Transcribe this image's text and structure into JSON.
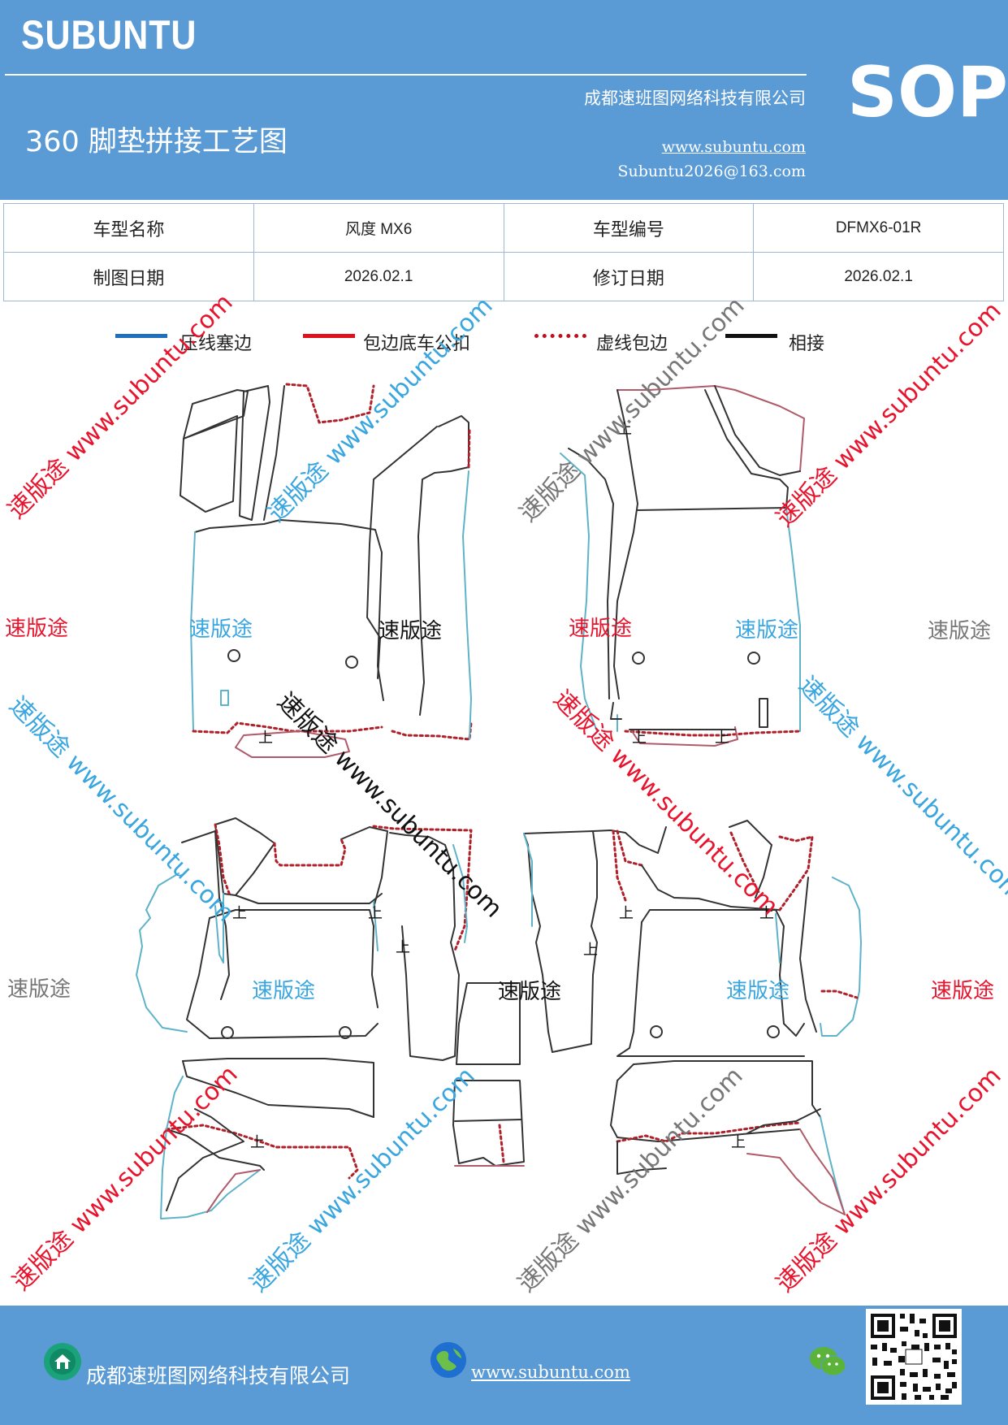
{
  "header": {
    "brand": "SUBUNTU",
    "badge": "SOP",
    "title": "360 脚垫拼接工艺图",
    "company": "成都速班图网络科技有限公司",
    "website": "www.subuntu.com",
    "email": "Subuntu2026@163.com"
  },
  "info_table": {
    "row1": [
      "车型名称",
      "风度 MX6",
      "车型编号",
      "DFMX6-01R"
    ],
    "row2": [
      "制图日期",
      "2026.02.1",
      "修订日期",
      "2026.02.1"
    ]
  },
  "legend": [
    {
      "label": "压线塞边",
      "color": "#1f6fbf",
      "style": "solid"
    },
    {
      "label": "包边底车公扣",
      "color": "#e0101c",
      "style": "solid"
    },
    {
      "label": "虚线包边",
      "color": "#c0101c",
      "style": "dotted"
    },
    {
      "label": "相接",
      "color": "#111111",
      "style": "solid"
    }
  ],
  "diagram": {
    "marker": "上",
    "watermark_texts": {
      "cn": "速版途",
      "url": "www.subuntu.com",
      "full": "速版途 www.subuntu.com"
    },
    "colors": {
      "outline": "#333333",
      "blue_edge": "#5fb3c8",
      "red_dotted": "#b0202a",
      "red_edge": "#b05a6a",
      "wm_red": "#e8132c",
      "wm_blue": "#3aa6e0",
      "wm_gray": "#777777",
      "wm_black": "#111111"
    }
  },
  "footer": {
    "company": "成都速班图网络科技有限公司",
    "website": "www.subuntu.com"
  }
}
